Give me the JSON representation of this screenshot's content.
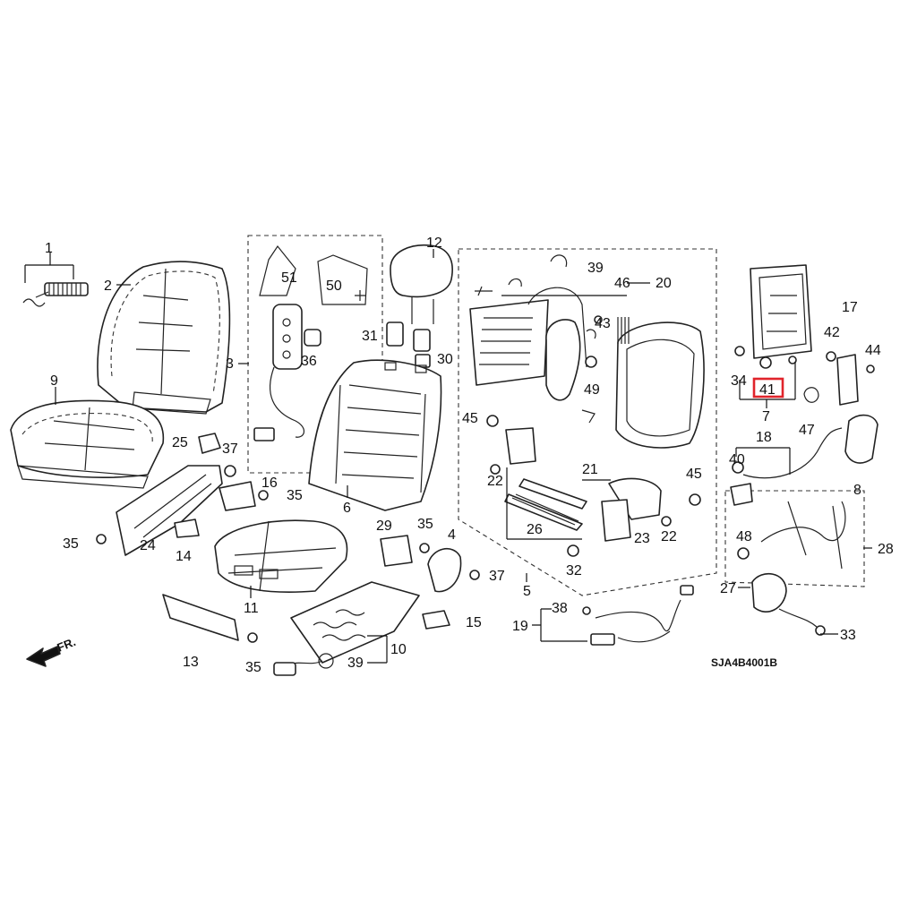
{
  "callouts": [
    "1",
    "2",
    "3",
    "4",
    "5",
    "6",
    "7",
    "8",
    "9",
    "10",
    "11",
    "12",
    "13",
    "14",
    "15",
    "16",
    "17",
    "18",
    "19",
    "20",
    "21",
    "22",
    "22",
    "23",
    "24",
    "25",
    "26",
    "27",
    "28",
    "29",
    "30",
    "31",
    "32",
    "33",
    "34",
    "35",
    "35",
    "35",
    "35",
    "36",
    "37",
    "37",
    "38",
    "39",
    "39",
    "40",
    "41",
    "42",
    "43",
    "44",
    "45",
    "45",
    "46",
    "47",
    "48",
    "49",
    "50",
    "51"
  ],
  "highlighted_callout": "41",
  "diagram_code": "SJA4B4001B",
  "direction_label": "FR.",
  "highlight_color": "#e0242b"
}
